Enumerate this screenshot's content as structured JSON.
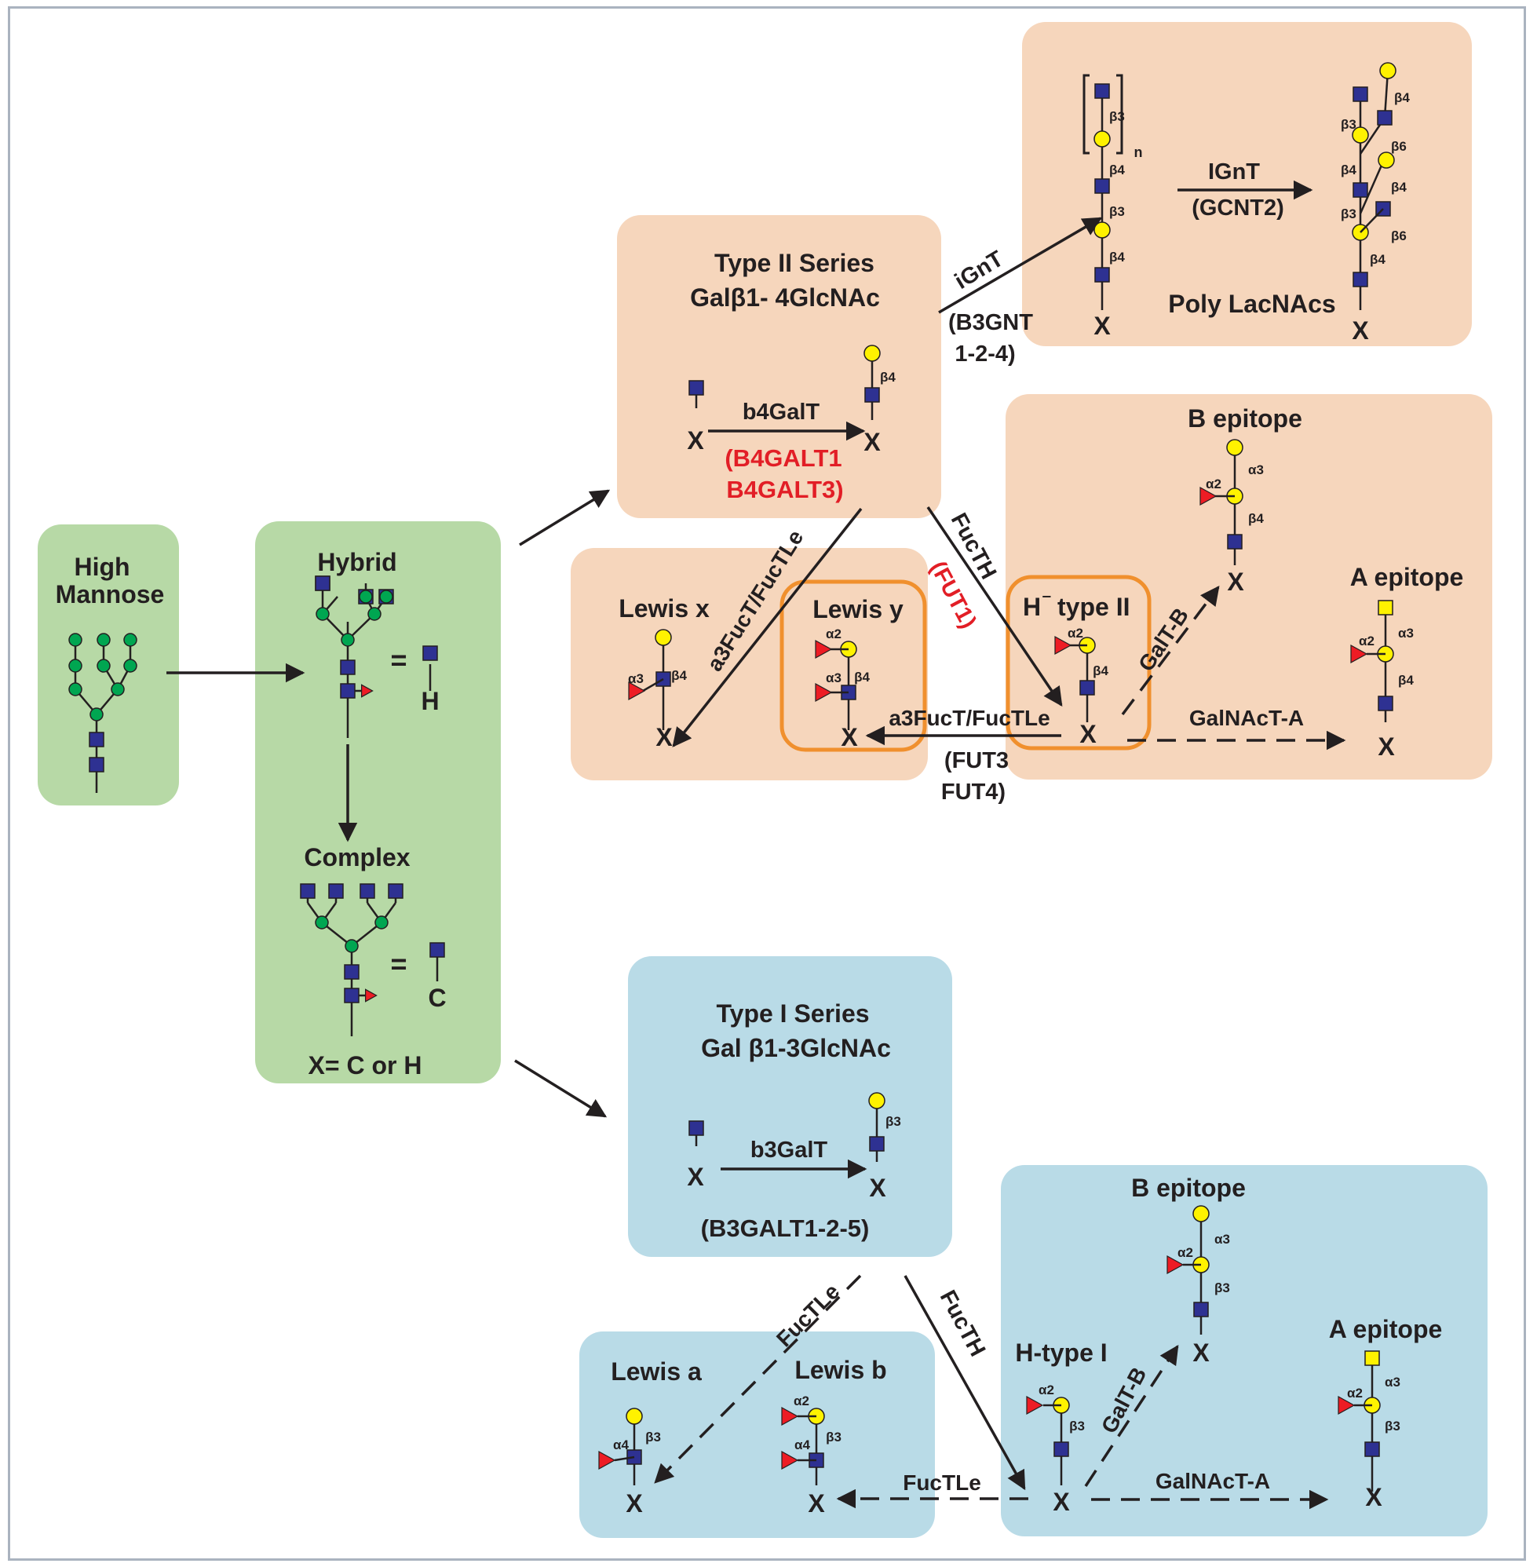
{
  "colors": {
    "green_panel": "#b7d9a6",
    "orange_panel": "#f6d6bc",
    "blue_panel": "#b9dbe7",
    "highlight_border": "#f0902e",
    "gal_yellow": "#fff200",
    "glcnac_blue": "#2e3192",
    "mannose_green": "#00a651",
    "fucose_red": "#ed1c24",
    "gene_red": "#e21e26"
  },
  "labels": {
    "high_mannose_1": "High",
    "high_mannose_2": "Mannose",
    "hybrid": "Hybrid",
    "eq_h": "=",
    "h": "H",
    "complex": "Complex",
    "eq_c": "=",
    "c": "C",
    "x_def": "X= C or H",
    "type2_title_1": "Type II Series",
    "type2_title_2": "Galβ1- 4GlcNAc",
    "b4galt": "b4GalT",
    "b4galt_gene_1": "(B4GALT1",
    "b4galt_gene_2": "B4GALT3)",
    "ignt": "iGnT",
    "b3gnt_1": "(B3GNT",
    "b3gnt_2": "1-2-4)",
    "ignt2": "IGnT",
    "gcnt2": "(GCNT2)",
    "poly_lacnac": "Poly LacNAcs",
    "n_sub": "n",
    "lewis_x": "Lewis x",
    "lewis_y": "Lewis y",
    "a3fuct_1": "a3FucT/FucTLe",
    "a3fuct_2": "a3FucT/FucTLe",
    "fut34_1": "(FUT3",
    "fut34_2": "FUT4)",
    "fucth_1": "FucTH",
    "fut1": "(FUT1)",
    "h_type2_h": "H",
    "h_type2_rest": "type II",
    "galt_b_1": "GalT-B",
    "galnact_a_1": "GalNAcT-A",
    "b_epitope_1": "B epitope",
    "a_epitope_1": "A epitope",
    "type1_title_1": "Type I Series",
    "type1_title_2": "Gal β1-3GlcNAc",
    "b3galt": "b3GalT",
    "b3galt_gene": "(B3GALT1-2-5)",
    "fuctle_1": "FucTLe",
    "fuctle_2": "FucTLe",
    "fucth_2": "FucTH",
    "lewis_a": "Lewis a",
    "lewis_b": "Lewis b",
    "h_type1": "H-type I",
    "galt_b_2": "GalT-B",
    "galnact_a_2": "GalNAcT-A",
    "b_epitope_2": "B epitope",
    "a_epitope_2": "A epitope",
    "x": "X",
    "b3": "β3",
    "b4": "β4",
    "b6": "β6",
    "a2": "α2",
    "a3": "α3",
    "a4": "α4"
  }
}
